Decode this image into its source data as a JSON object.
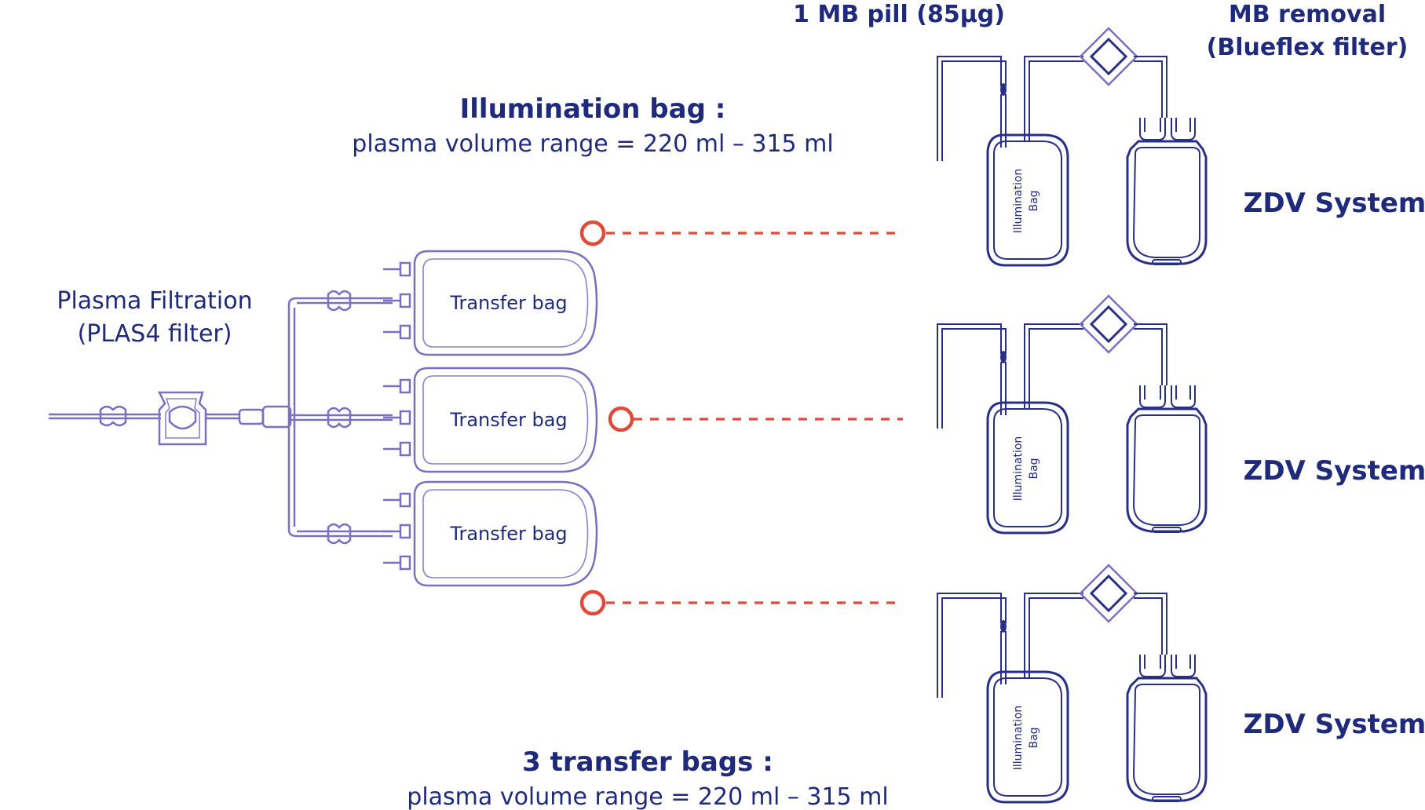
{
  "labels": {
    "mb_pill": "1 MB pill (85µg)",
    "mb_removal_line1": "MB removal",
    "mb_removal_line2": "(Blueflex filter)",
    "illumination_title": "Illumination bag :",
    "illumination_range": "plasma volume range = 220 ml – 315 ml",
    "plasma_filtration_line1": "Plasma Filtration",
    "plasma_filtration_line2": "(PLAS4 filter)",
    "transfer_title": "3 transfer bags :",
    "transfer_range": "plasma volume range = 220 ml – 315 ml"
  },
  "transfer_bags": [
    {
      "label": "Transfer bag"
    },
    {
      "label": "Transfer bag"
    },
    {
      "label": "Transfer bag"
    }
  ],
  "zdv_systems": [
    {
      "system_label": "ZDV System",
      "bag_label_line1": "Illumination",
      "bag_label_line2": "Bag"
    },
    {
      "system_label": "ZDV System",
      "bag_label_line1": "Illumination",
      "bag_label_line2": "Bag"
    },
    {
      "system_label": "ZDV System",
      "bag_label_line1": "Illumination",
      "bag_label_line2": "Bag"
    }
  ],
  "colors": {
    "text": "#1f2a7a",
    "device_stroke": "#2a2f86",
    "kit_stroke": "#7a6fc0",
    "connector": "#e04a3a"
  }
}
